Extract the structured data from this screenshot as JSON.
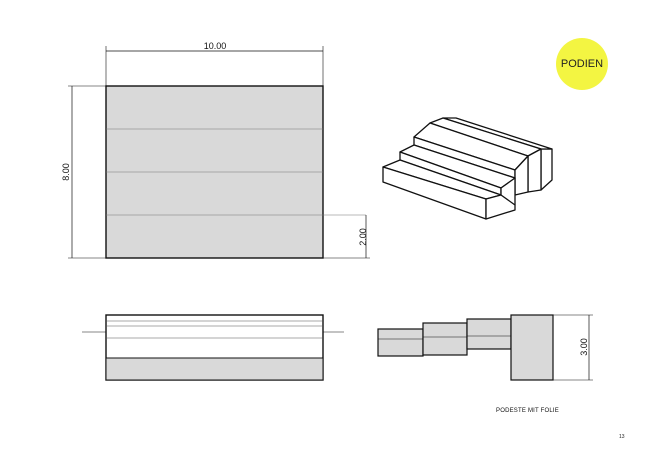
{
  "badge": {
    "label": "PODIEN",
    "color": "#f3f542"
  },
  "plan_view": {
    "width_dim": "10.00",
    "height_dim": "8.00",
    "step_dim": "2.00"
  },
  "side_view": {
    "height_dim": "3.00"
  },
  "caption": "PODESTE MIT FOLIE",
  "page_number": "13",
  "colors": {
    "fill": "#d9d9d9",
    "line": "#111111"
  }
}
